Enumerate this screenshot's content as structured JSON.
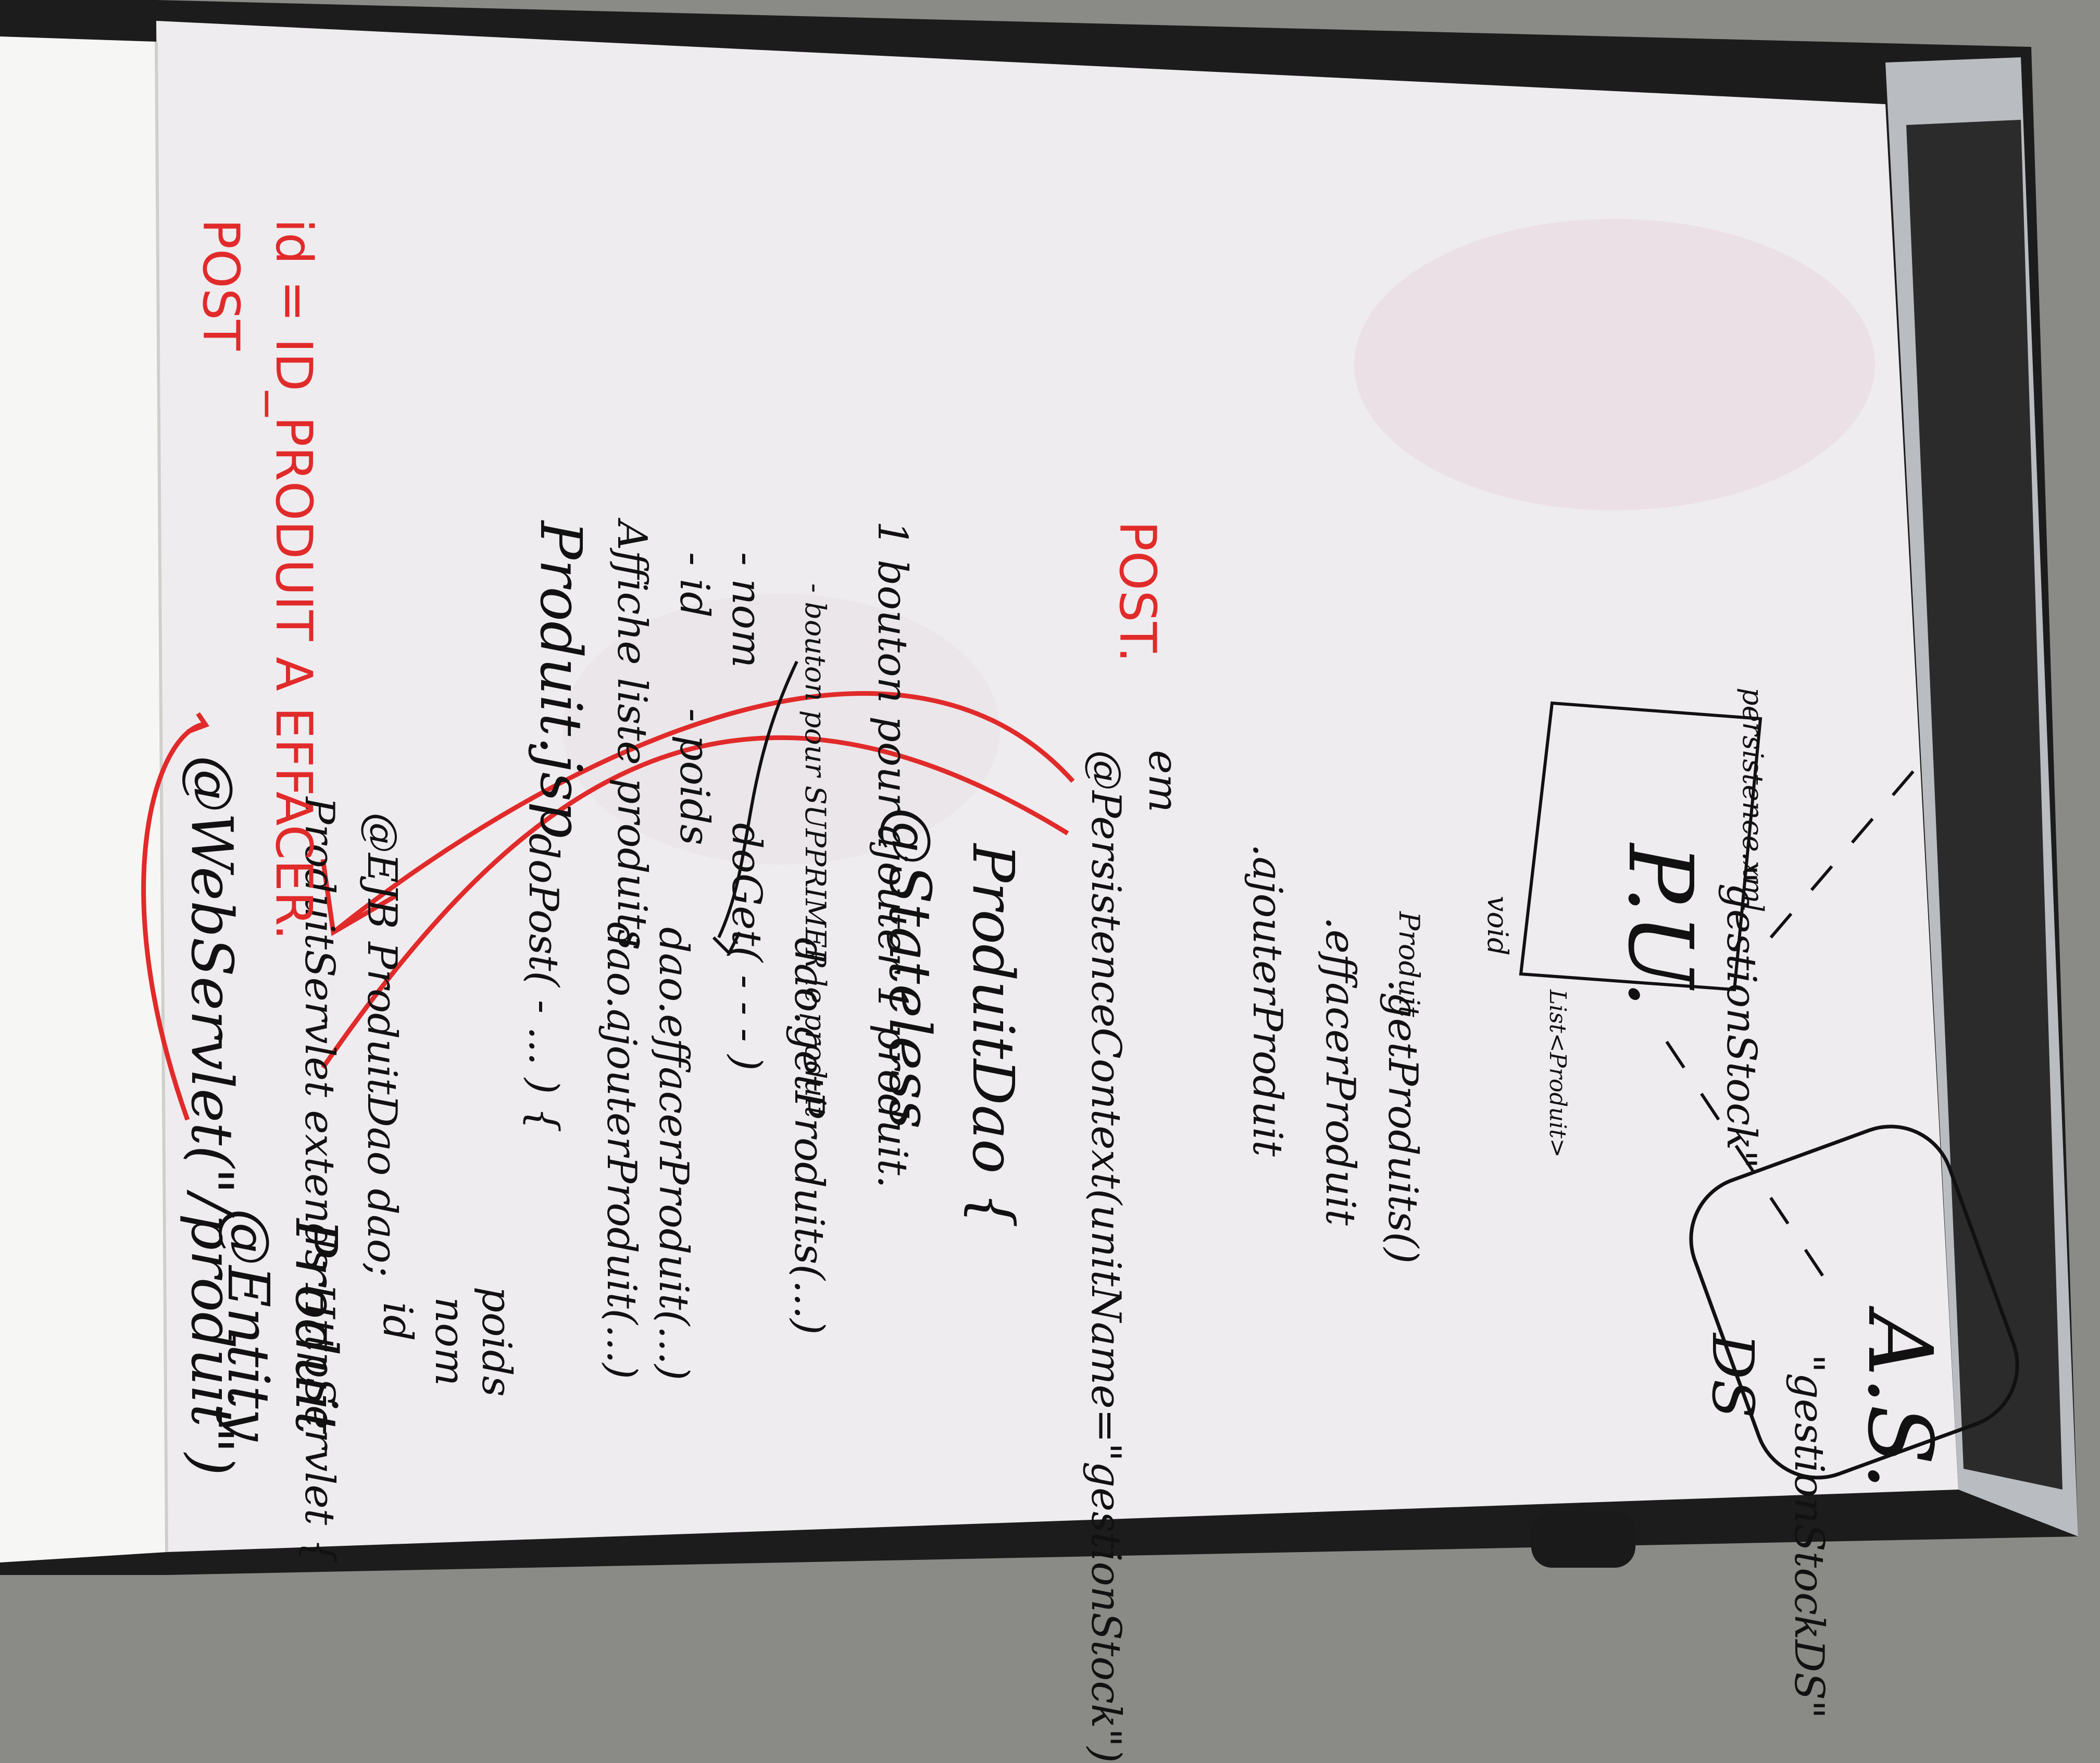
{
  "board": {
    "colors": {
      "whiteboard": "#efecef",
      "frame": "#1c1c1c",
      "paper": "#f6f6f4",
      "ink_black": "#111111",
      "ink_red": "#e12a2a",
      "background": "#8a8a86"
    },
    "servlet": {
      "annotation": "@WebServlet(\"/produit\")",
      "class_decl": "ProduitServlet extends HttpServlet {",
      "ejb_field": "@EJB ProduitDao dao;",
      "do_post": "doPost( - ... ) {",
      "dao_add": "dao.ajouterProduit(...)",
      "dao_delete": "dao.effacerProduit(...)",
      "do_get": "doGet( - - - )",
      "dao_get": "dao.getProduits(...)"
    },
    "stateless": {
      "annotation": "@Stateless",
      "class_decl": "ProduitDao {"
    },
    "persistence": {
      "annotation": "@PersistenceContext(unitName=\"gestionStock\")",
      "field": "em",
      "method_1": ".ajouterProduit",
      "method_1_arg": "Produit",
      "method_1_return": "void",
      "method_2": ".effacerProduit",
      "method_3": ".getProduits()",
      "method_3_return": "List<Produit>"
    },
    "pu": {
      "title": "P.U.",
      "name": "\"gestionStock\"",
      "file": "persistence.xml"
    },
    "entity": {
      "annotation": "@Entity",
      "class_name": "Produit",
      "fields": [
        "id",
        "nom",
        "poids"
      ]
    },
    "datasource": {
      "ds_label": "DS",
      "ds_name": "\"gestionStockDS\"",
      "as_label": "A.S."
    },
    "jsp": {
      "title": "Produit.jsp",
      "line_1": "Affiche liste produits",
      "col_1": "- id",
      "col_2": "- nom",
      "col_3": "- poids",
      "col_4": "- bouton pour SUPPRIMER le produit",
      "line_2": "1 bouton pour ajouter 1 produit."
    },
    "red_notes": {
      "post_1": "POST",
      "param": "id = ID_PRODUIT A EFFACER.",
      "post_2": "POST."
    }
  }
}
